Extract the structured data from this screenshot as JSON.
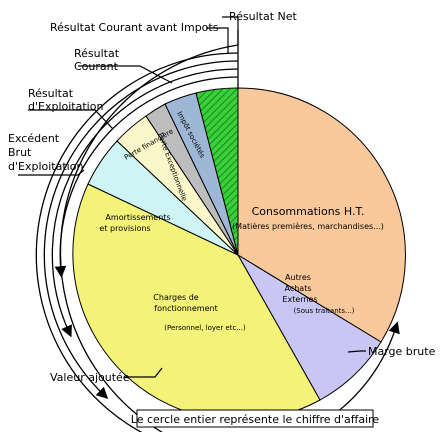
{
  "caption": "Le cercle entier représente le chiffre d'affaire",
  "segments": {
    "consommations": {
      "title": "Consommations H.T.",
      "sub": "(Matières premières, marchandises...)",
      "color": "#f9c99b"
    },
    "autres_achats": {
      "l1": "Autres",
      "l2": "Achats",
      "l3": "Externes",
      "sub": "(Sous traitants...)",
      "color": "#c9c6f3"
    },
    "charges": {
      "l1": "Charges de",
      "l2": "fonctionnement",
      "sub": "(Personnel, loyer etc...)",
      "color": "#f3f37a"
    },
    "amortissements": {
      "l1": "Amortissements",
      "l2": "et provisions",
      "color": "#cef4f6"
    },
    "perte_financiere": {
      "label": "Perte financière",
      "color": "#fbf7cb"
    },
    "perte_exceptionnelle": {
      "label": "Perte Exceptionnelle",
      "color": "#bdbdbd"
    },
    "impot": {
      "label": "Impôt sociétés",
      "color": "#9fb7d7"
    },
    "resultat_net": {
      "color": "#3ccf3c"
    }
  },
  "labels": {
    "resultat_net": "Résultat Net",
    "rcai": "Résultat Courant avant Impots",
    "resultat_courant_1": "Résultat",
    "resultat_courant_2": "Courant",
    "resultat_exploitation_1": "Résultat",
    "resultat_exploitation_2": "d'Exploitation",
    "ebe_1": "Excédent",
    "ebe_2": "Brut",
    "ebe_3": "d'Exploitation",
    "valeur_ajoutee": "Valeur ajoutée",
    "marge_brute": "Marge brute"
  }
}
